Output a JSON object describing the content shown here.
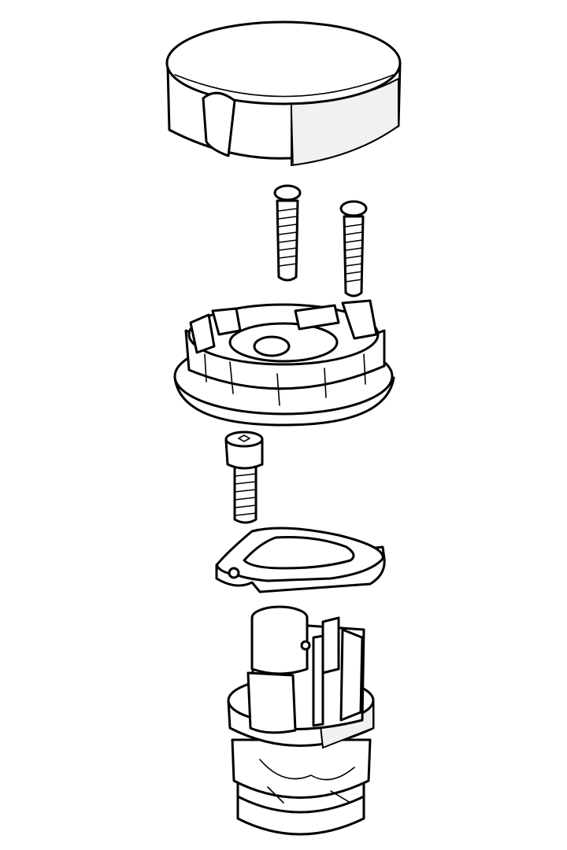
{
  "drawing": {
    "type": "exploded-view",
    "colors": {
      "line": "#000000",
      "background": "#ffffff",
      "shade": "#f1f1f1"
    },
    "parts": [
      "cap",
      "screw",
      "screw",
      "retainer-ring",
      "hex-socket-screw",
      "gasket",
      "cartridge"
    ]
  }
}
